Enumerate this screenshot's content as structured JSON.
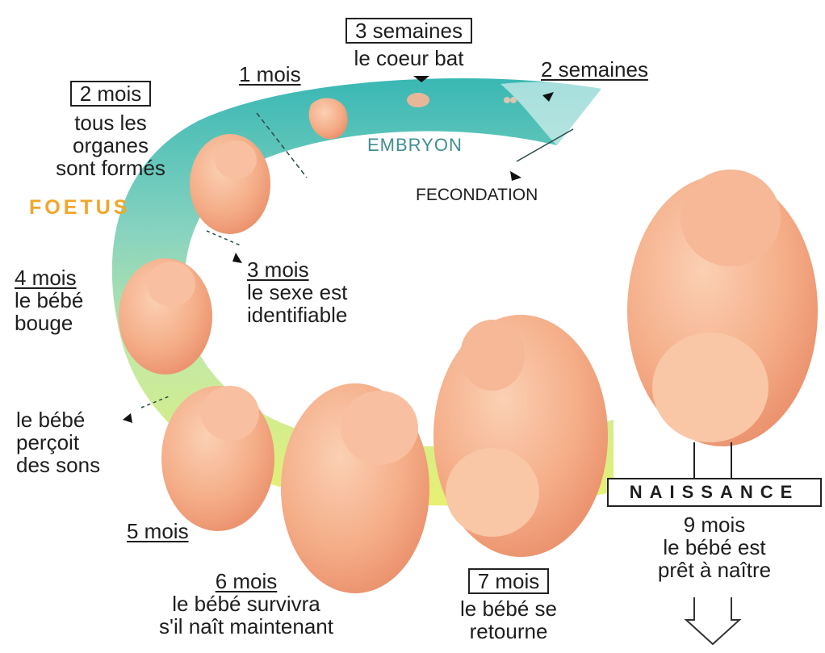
{
  "colors": {
    "band_teal": "#2fb4b0",
    "band_mint": "#9fd9b4",
    "band_yellow": "#e6f06a",
    "skin": "#f2a27a",
    "skin_light": "#fbd0b4",
    "fetus_word": "#f2a62a",
    "embryon_word": "#3f8e92"
  },
  "labels": {
    "three_weeks": {
      "title": "3 semaines",
      "text": "le coeur bat"
    },
    "one_month": "1 mois",
    "two_weeks": "2 semaines",
    "two_months": {
      "title": "2 mois",
      "lines": [
        "tous les",
        "organes",
        "sont formés"
      ]
    },
    "fetus": "FOETUS",
    "embryon": "EMBRYON",
    "fecondation": "FECONDATION",
    "three_months": {
      "title": "3 mois",
      "lines": [
        "le sexe est",
        "identifiable"
      ]
    },
    "four_months": {
      "title": "4 mois",
      "lines": [
        "le bébé",
        "bouge"
      ]
    },
    "sounds": {
      "lines": [
        "le bébé",
        "perçoit",
        "des sons"
      ]
    },
    "five_months": "5 mois",
    "six_months": {
      "title": "6 mois",
      "lines": [
        "le bébé survivra",
        "s'il naît maintenant"
      ]
    },
    "seven_months": {
      "title": "7 mois",
      "lines": [
        "le bébé se",
        "retourne"
      ]
    },
    "naissance": "NAISSANCE",
    "nine_months": {
      "lines": [
        "9 mois",
        "le bébé est",
        "prêt à naître"
      ]
    }
  },
  "icons": {
    "arrow": "arrow-pointer-icon",
    "down": "down-arrow-icon"
  }
}
